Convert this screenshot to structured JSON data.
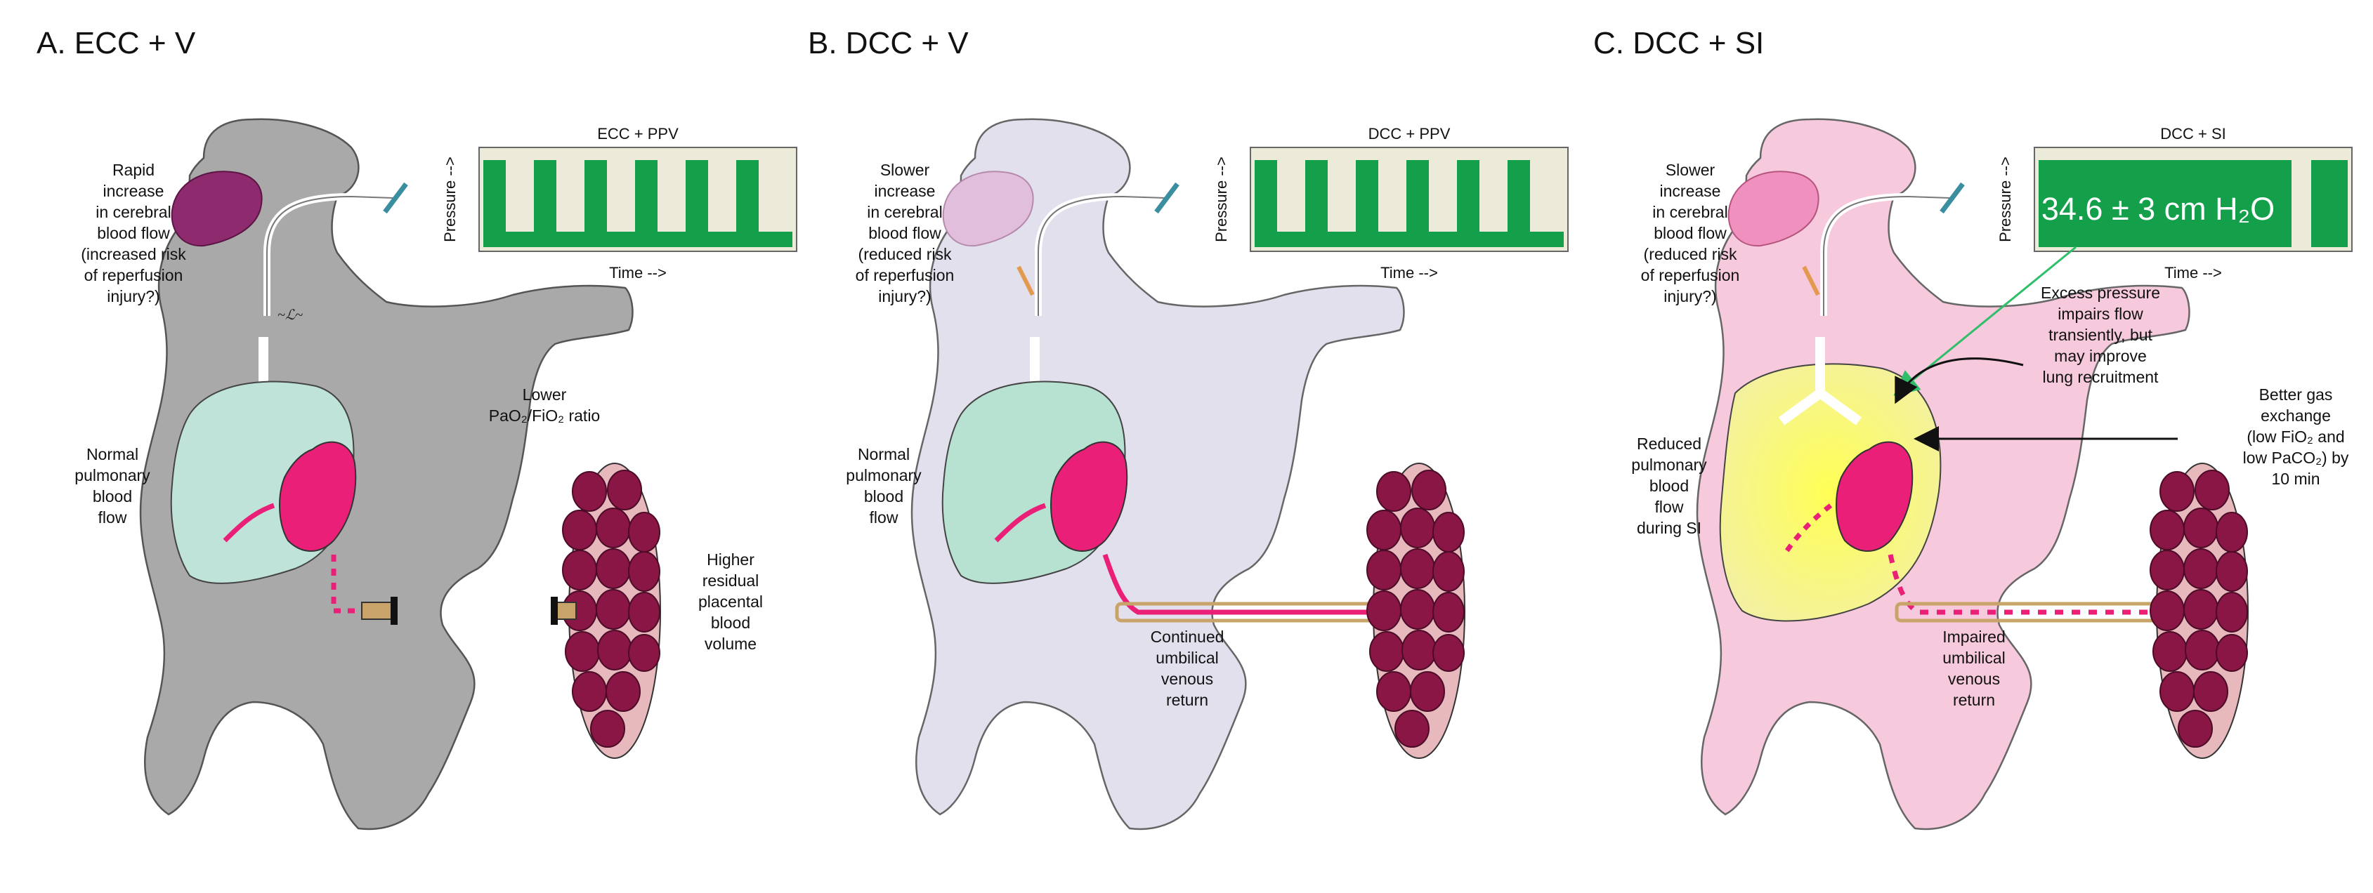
{
  "panels": [
    {
      "title": "A. ECC + V",
      "graph_title": "ECC + PPV",
      "y_axis": "Pressure -->",
      "x_axis": "Time -->",
      "cerebral_note": [
        "Rapid",
        "increase",
        "in cerebral",
        "blood flow",
        "(increased risk",
        "of reperfusion",
        "injury?)"
      ],
      "pulmonary_note": [
        "Normal",
        "pulmonary",
        "blood",
        "flow"
      ],
      "lung_note": [
        "Lower",
        "PaO₂/FiO₂ ratio"
      ],
      "placenta_note": [
        "Higher",
        "residual",
        "placental",
        "blood",
        "volume"
      ],
      "colors": {
        "body": "#a9a9a9",
        "brain": "#8e2a6e",
        "lung": "#bfe3d8"
      }
    },
    {
      "title": "B. DCC + V",
      "graph_title": "DCC + PPV",
      "y_axis": "Pressure -->",
      "x_axis": "Time -->",
      "cerebral_note": [
        "Slower",
        "increase",
        "in cerebral",
        "blood flow",
        "(reduced risk",
        "of reperfusion",
        "injury?)"
      ],
      "pulmonary_note": [
        "Normal",
        "pulmonary",
        "blood",
        "flow"
      ],
      "cord_note": [
        "Continued",
        "umbilical",
        "venous",
        "return"
      ],
      "colors": {
        "body": "#e3e0ee",
        "brain": "#e2bedd",
        "lung": "#b7e2d2"
      }
    },
    {
      "title": "C. DCC + SI",
      "graph_title": "DCC + SI",
      "y_axis": "Pressure -->",
      "x_axis": "Time -->",
      "si_value": "34.6 ± 3 cm H₂O",
      "cerebral_note": [
        "Slower",
        "increase",
        "in cerebral",
        "blood flow",
        "(reduced risk",
        "of reperfusion",
        "injury?)"
      ],
      "pulmonary_note": [
        "Reduced",
        "pulmonary",
        "blood",
        "flow",
        "during SI"
      ],
      "pressure_note": [
        "Excess pressure",
        "impairs flow",
        "transiently, but",
        "may improve",
        "lung recruitment"
      ],
      "gas_note": [
        "Better gas",
        "exchange",
        "(low FiO₂ and",
        "low PaCO₂) by",
        "10 min"
      ],
      "cord_note": [
        "Impaired",
        "umbilical",
        "venous",
        "return"
      ],
      "colors": {
        "body": "#f7c9dc",
        "brain": "#ef90be",
        "lung": "#f8f3a6"
      }
    }
  ],
  "colors": {
    "graph": "#14a04a",
    "graph_bg": "#ecebd9",
    "heart": "#ea1f78",
    "placenta_lobe": "#8a1645",
    "placenta_bg": "#e7b9bd",
    "arrow_green": "#2fbf6a"
  }
}
